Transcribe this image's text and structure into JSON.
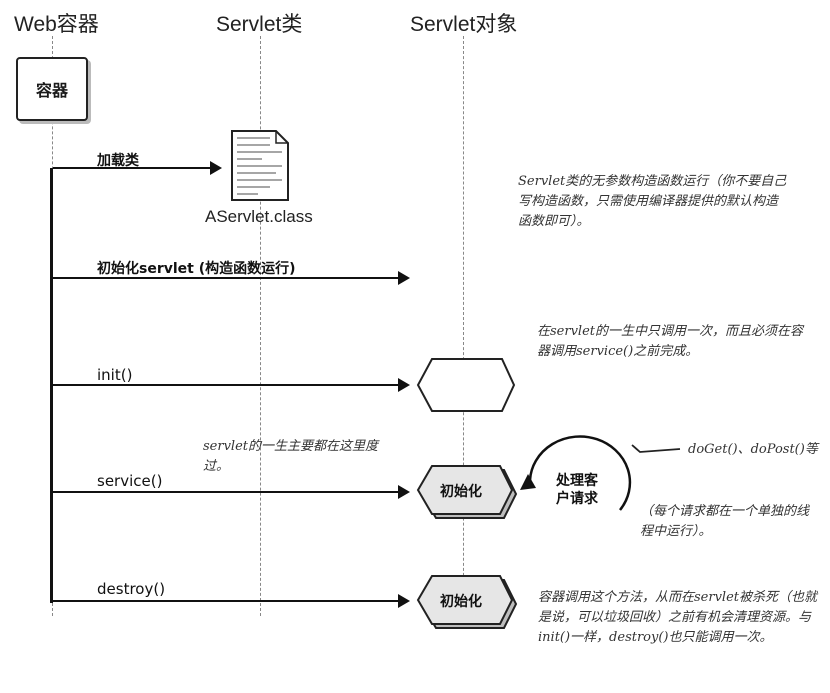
{
  "headers": {
    "web_container": "Web容器",
    "servlet_class": "Servlet类",
    "servlet_object": "Servlet对象"
  },
  "container_label": "容器",
  "file": {
    "name": "AServlet.class",
    "icon": "class-file-icon"
  },
  "calls": {
    "load_class": "加载类",
    "init_servlet": "初始化servlet (构造函数运行)",
    "init": "init()",
    "service": "service()",
    "destroy": "destroy()"
  },
  "states": {
    "service_state": "初始化",
    "destroy_state": "初始化",
    "handle_request": "处理客户请求"
  },
  "notes": {
    "constructor": "Servlet类的无参数构造函数运行（你不要自己写构造函数，只需使用编译器提供的默认构造函数即可）。",
    "init_once": "在servlet的一生中只调用一次，而且必须在容器调用service()之前完成。",
    "life_here": "servlet的一生主要都在这里度过。",
    "do_methods": "doGet()、doPost()等",
    "thread": "（每个请求都在一个单独的线程中运行）。",
    "destroy": "容器调用这个方法，从而在servlet被杀死（也就是说，可以垃圾回收）之前有机会清理资源。与init()一样，destroy()也只能调用一次。"
  }
}
